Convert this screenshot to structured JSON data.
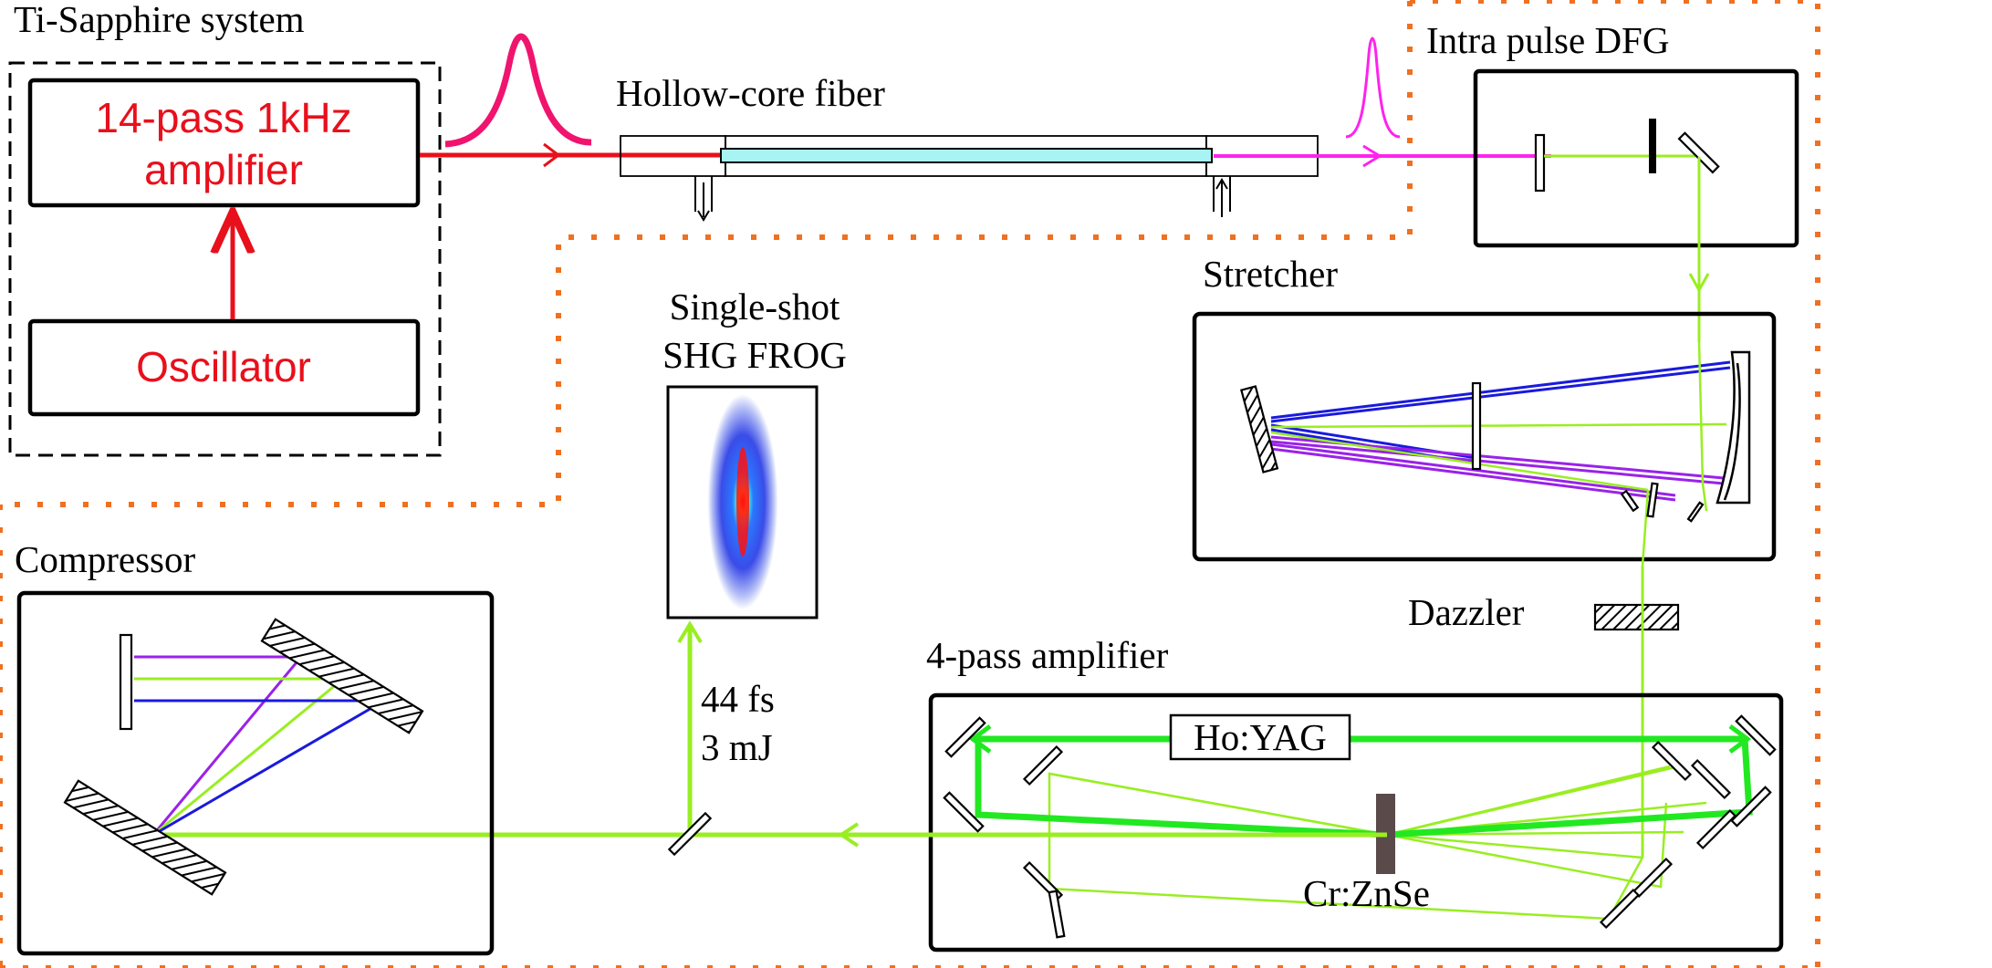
{
  "labels": {
    "ti_sapphire_system": "Ti-Sapphire system",
    "amplifier_14_line1": "14-pass 1kHz",
    "amplifier_14_line2": "amplifier",
    "oscillator": "Oscillator",
    "hollow_core_fiber": "Hollow-core fiber",
    "intra_pulse_dfg": "Intra pulse DFG",
    "stretcher": "Stretcher",
    "frog_line1": "Single-shot",
    "frog_line2": "SHG FROG",
    "compressor": "Compressor",
    "dazzler": "Dazzler",
    "four_pass_amplifier": "4-pass amplifier",
    "ho_yag": "Ho:YAG",
    "cr_znse": "Cr:ZnSe",
    "pulse_duration": "44 fs",
    "pulse_energy": "3 mJ"
  },
  "colors": {
    "red_beam": "#e8101c",
    "pump_pulse": "#f0146e",
    "magenta_beam": "#ff22ee",
    "green_beam": "#99ee22",
    "bright_green": "#22e822",
    "blue_beam": "#1a1adc",
    "purple_beam": "#9a22e8",
    "orange_dots": "#f07020",
    "fiber_cyan": "#a8f4f4",
    "crystal": "#5a4a4a"
  }
}
